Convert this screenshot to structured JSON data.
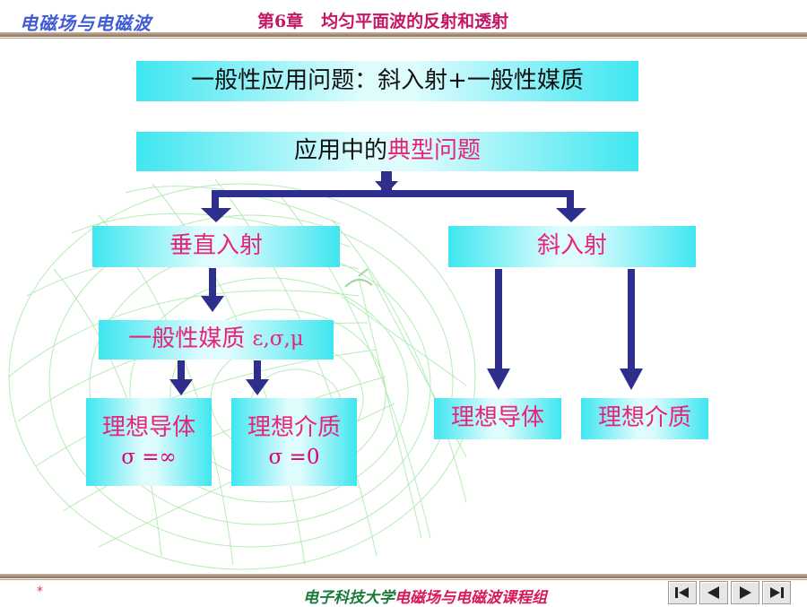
{
  "header": {
    "course_title": "电磁场与电磁波",
    "chapter_title": "第6章   均匀平面波的反射和透射"
  },
  "diagram": {
    "top_title": "一般性应用问题：斜入射+一般性媒质",
    "typical_prefix": "应用中的",
    "typical_highlight": "典型问题",
    "normal_incidence": "垂直入射",
    "oblique_incidence": "斜入射",
    "general_medium": "一般性媒质",
    "general_medium_params": "ε,σ,μ",
    "ideal_conductor_1": "理想导体",
    "ideal_conductor_1_formula": "σ =∞",
    "ideal_dielectric_1": "理想介质",
    "ideal_dielectric_1_formula": "σ =0",
    "ideal_conductor_2": "理想导体",
    "ideal_dielectric_2": "理想介质"
  },
  "colors": {
    "arrow": "#2e2e8c",
    "box_edge": "#3fe6f0",
    "box_center": "#dffcfd",
    "highlight_text": "#e8247a",
    "background_grid": "#b5ecb5"
  },
  "footer": {
    "star": "*",
    "org": "电子科技大学",
    "group": "电磁场与电磁波课程组"
  },
  "nav_icons": [
    "first-page-icon",
    "previous-page-icon",
    "next-page-icon",
    "last-page-icon"
  ]
}
